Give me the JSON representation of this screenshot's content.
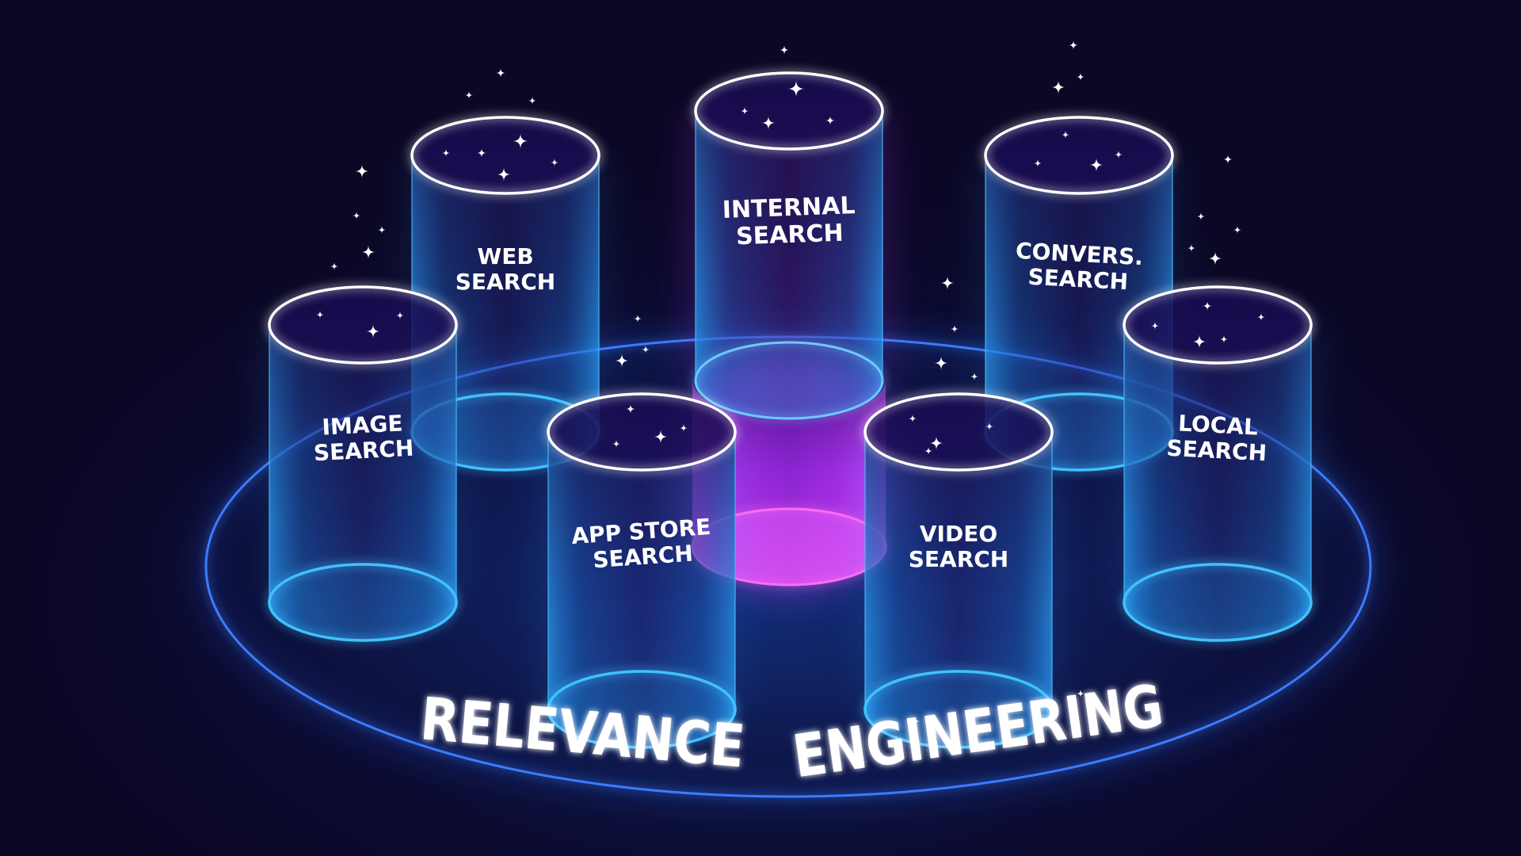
{
  "title": {
    "word1": "RELEVANCE",
    "word2": "ENGINEERING"
  },
  "cylinders": [
    {
      "id": "web",
      "line1": "WEB",
      "line2": "SEARCH",
      "color": "#2aa8ff"
    },
    {
      "id": "internal",
      "line1": "INTERNAL",
      "line2": "SEARCH",
      "color": "#c23cff"
    },
    {
      "id": "convers",
      "line1": "CONVERS.",
      "line2": "SEARCH",
      "color": "#2aa8ff"
    },
    {
      "id": "image",
      "line1": "IMAGE",
      "line2": "SEARCH",
      "color": "#2aa8ff"
    },
    {
      "id": "local",
      "line1": "LOCAL",
      "line2": "SEARCH",
      "color": "#2aa8ff"
    },
    {
      "id": "appstore",
      "line1": "APP STORE",
      "line2": "SEARCH",
      "color": "#2aa8ff"
    },
    {
      "id": "video",
      "line1": "VIDEO",
      "line2": "SEARCH",
      "color": "#2aa8ff"
    }
  ],
  "colors": {
    "background": "#0b0724",
    "cylinder_blue": "#2aa8ff",
    "cylinder_magenta": "#c23cff",
    "ring": "#3a7bff"
  }
}
